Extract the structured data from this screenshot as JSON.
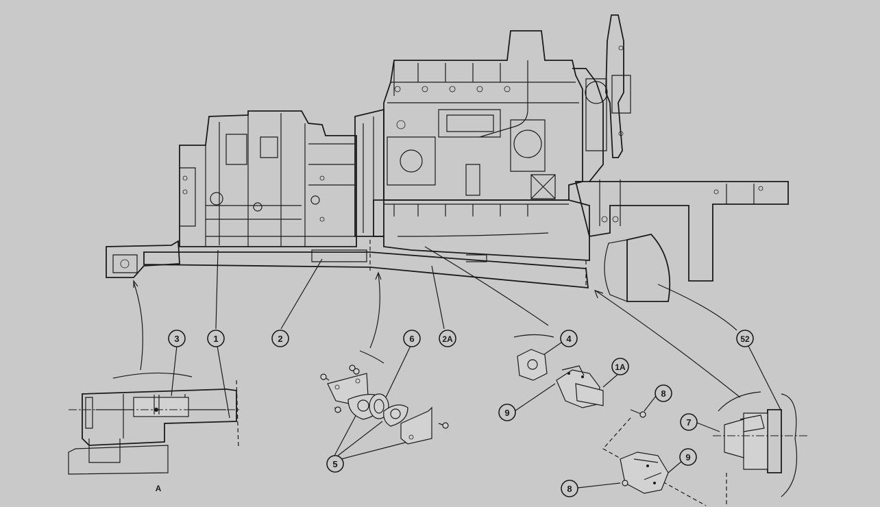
{
  "callouts": {
    "c1": "1",
    "c1A": "1A",
    "c2": "2",
    "c2A": "2A",
    "c3": "3",
    "c4": "4",
    "c5": "5",
    "c6": "6",
    "c7": "7",
    "c8a": "8",
    "c8b": "8",
    "c9a": "9",
    "c9b": "9",
    "c52": "52"
  },
  "detail_label": "A"
}
